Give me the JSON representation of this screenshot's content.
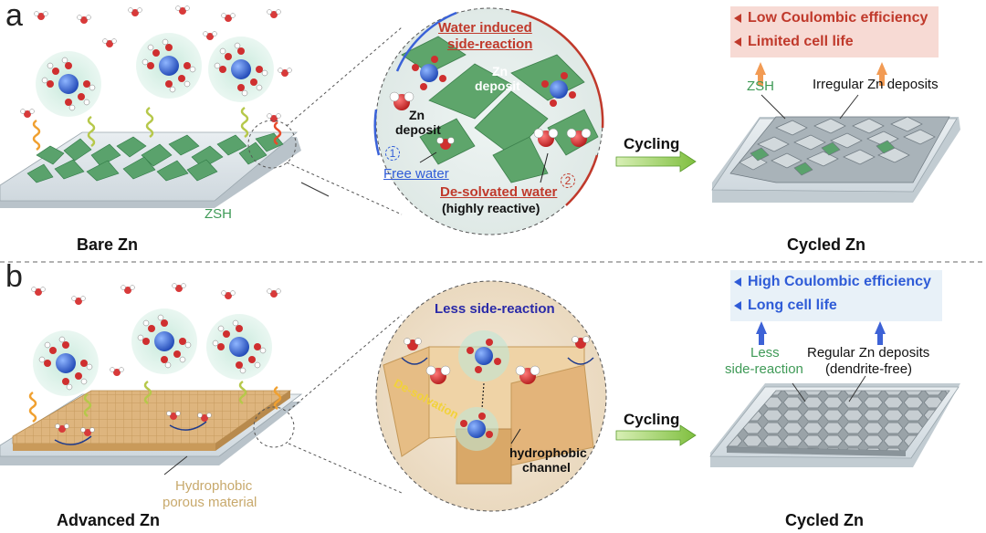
{
  "panel_a": {
    "letter": "a",
    "substrate_label": "Bare Zn",
    "zsh_label": "ZSH",
    "zoom": {
      "water_side_line1": "Water induced",
      "water_side_line2": "side-reaction",
      "zn_deposit_center_line1": "Zn",
      "zn_deposit_center_line2": "deposit",
      "zn_deposit_left_line1": "Zn",
      "zn_deposit_left_line2": "deposit",
      "marker1": "1",
      "free_water": "Free water",
      "marker2": "2",
      "desolvated_water": "De-solvated water",
      "highly_reactive": "(highly reactive)"
    },
    "cycling": "Cycling",
    "outcome_zsh": "ZSH",
    "outcome_irregular": "Irregular Zn deposits",
    "cycled": "Cycled Zn",
    "bullets": [
      "Low Coulombic efficiency",
      "Limited cell life"
    ]
  },
  "panel_b": {
    "letter": "b",
    "substrate_label": "Advanced Zn",
    "material_line1": "Hydrophobic",
    "material_line2": "porous material",
    "zoom": {
      "less_side": "Less side-reaction",
      "desolvation": "De-solvation",
      "channel_line1": "hydrophobic",
      "channel_line2": "channel"
    },
    "cycling": "Cycling",
    "outcome_less_line1": "Less",
    "outcome_less_line2": "side-reaction",
    "outcome_regular_line1": "Regular Zn deposits",
    "outcome_regular_line2": "(dendrite-free)",
    "cycled": "Cycled Zn",
    "bullets": [
      "High Coulombic efficiency",
      "Long cell life"
    ]
  },
  "colors": {
    "zsh_green": "#4f9d63",
    "tan_material": "#dcb27a",
    "red_text": "#c0392b",
    "blue_text": "#2e5bd7",
    "box_a": "#f7dad4",
    "box_b": "#e8f1f8"
  }
}
